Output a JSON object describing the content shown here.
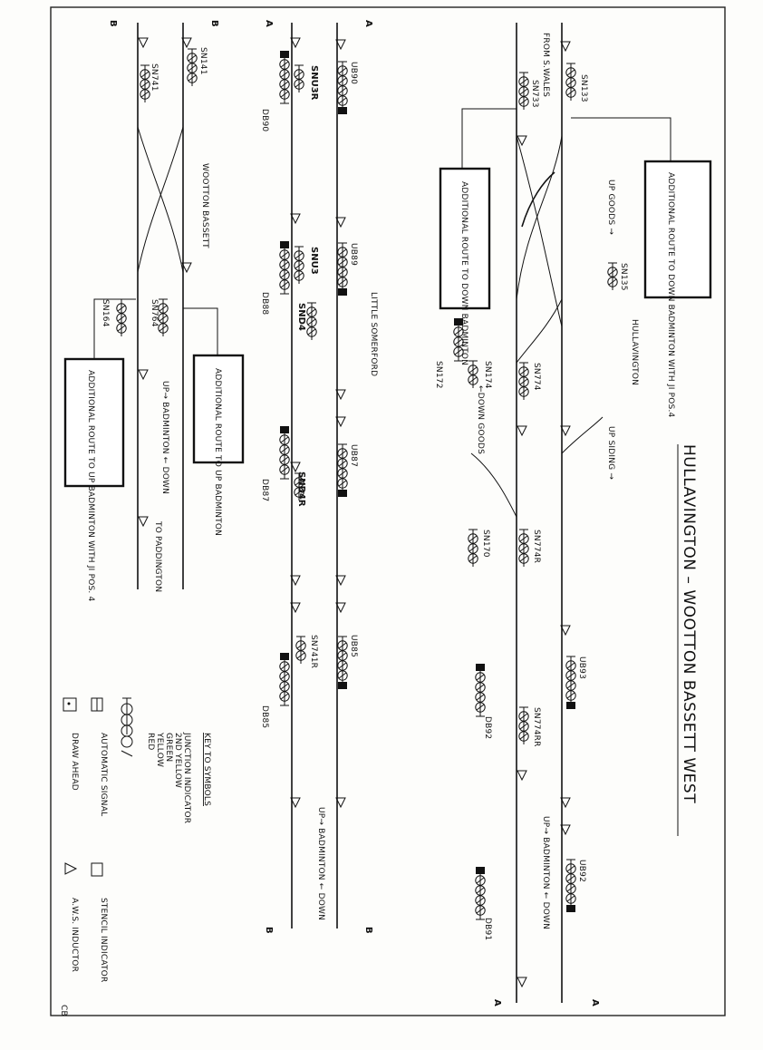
{
  "title": "HULLAVINGTON – WOOTTON BASSETT WEST",
  "stations": {
    "hullavington": "HULLAVINGTON",
    "little_somerford": "LITTLE SOMERFORD",
    "wootton_bassett": "WOOTTON BASSETT"
  },
  "directions": {
    "from_swales": "FROM S.WALES",
    "up_goods": "UP GOODS →",
    "up_siding": "UP SIDING →",
    "down_goods": "←DOWN GOODS",
    "badminton_up_down_1": "UP→ BADMINTON ← DOWN",
    "badminton_up_down_2": "UP→ BADMINTON ← DOWN",
    "badminton_up_down_3": "UP→ BADMINTON ← DOWN",
    "to_paddington": "TO PADDINGTON"
  },
  "notes": {
    "route_down_badminton_ji": "ADDITIONAL ROUTE TO DOWN BADMINTON WITH JI POS.4",
    "route_down_badminton": "ADDITIONAL ROUTE TO DOWN BADMINTON",
    "route_up_badminton": "ADDITIONAL ROUTE TO UP BADMINTON",
    "route_up_badminton_ji": "ADDITIONAL ROUTE TO UP BADMINTON WITH JI POS. 4"
  },
  "signals": [
    "SN133",
    "SN733",
    "SN135",
    "SN774",
    "SN174",
    "SN172",
    "SN774R",
    "SN170",
    "UB93",
    "SN774RR",
    "DB92",
    "UB92",
    "DB91",
    "UB90",
    "SNU3R",
    "DB90",
    "UB89",
    "SNU3",
    "SND4",
    "DB88",
    "UB87",
    "SND4R",
    "DB87",
    "UB85",
    "SN741R",
    "DB85",
    "SN141",
    "SN741",
    "SN764",
    "SN164"
  ],
  "line_ends": [
    "A",
    "A",
    "B",
    "B",
    "A",
    "A",
    "B",
    "B"
  ],
  "key": {
    "heading": "KEY TO SYMBOLS",
    "items": [
      "JUNCTION INDICATOR",
      "2ND YELLOW",
      "GREEN",
      "YELLOW",
      "RED"
    ],
    "automatic_signal": "AUTOMATIC SIGNAL",
    "stencil_indicator": "STENCIL INDICATOR",
    "draw_ahead": "DRAW AHEAD",
    "aws_inductor": "A.W.S. INDUCTOR"
  },
  "initials": "CB"
}
